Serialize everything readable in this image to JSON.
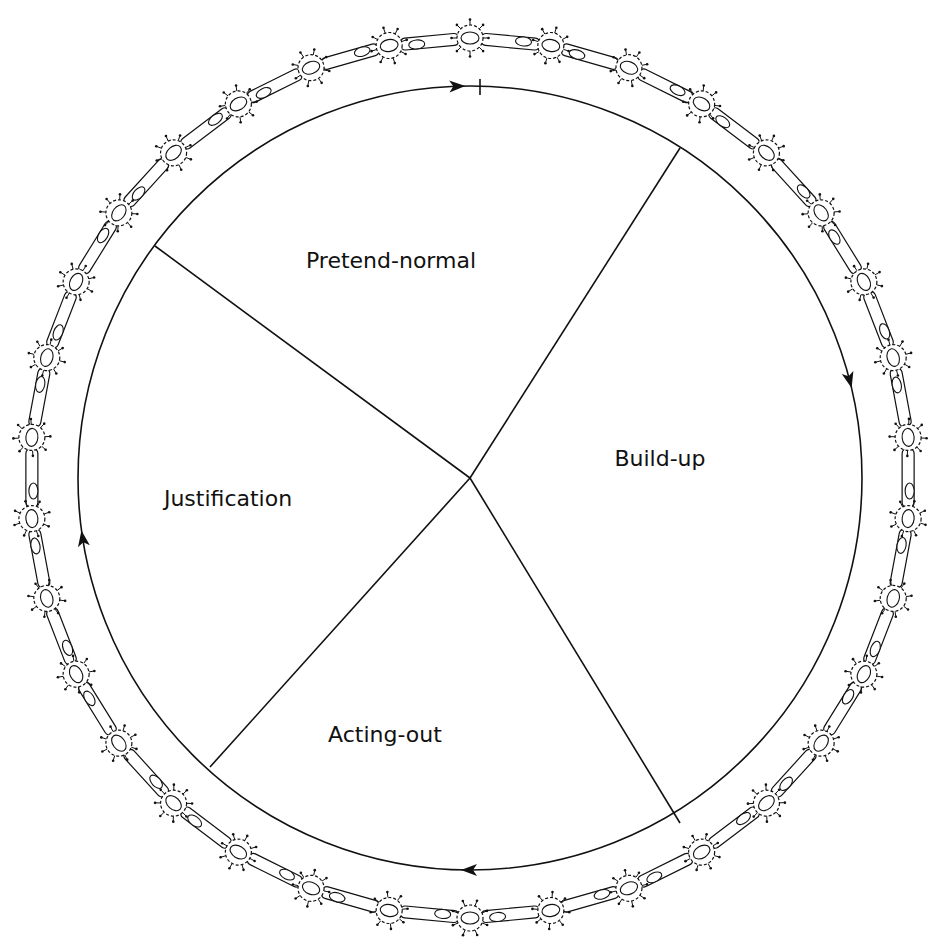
{
  "diagram": {
    "nodes": [
      {
        "text": [
          "Pretend-normal"
        ]
      },
      {
        "text": [
          "Build-up"
        ]
      },
      {
        "text": [
          "Acting-out"
        ]
      },
      {
        "text": [
          "Justification"
        ]
      }
    ]
  }
}
